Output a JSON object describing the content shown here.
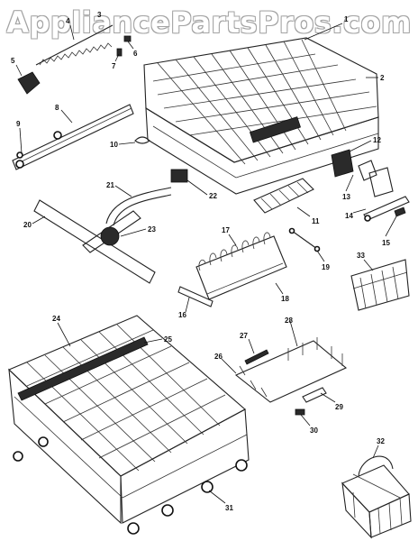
{
  "watermark": "AppliancePartsPros.com",
  "callouts": [
    "1",
    "2",
    "3",
    "4",
    "5",
    "6",
    "7",
    "8",
    "9",
    "10",
    "11",
    "12",
    "13",
    "14",
    "15",
    "16",
    "17",
    "18",
    "19",
    "20",
    "21",
    "22",
    "23",
    "24",
    "25",
    "26",
    "27",
    "28",
    "29",
    "30",
    "31",
    "32",
    "33"
  ]
}
